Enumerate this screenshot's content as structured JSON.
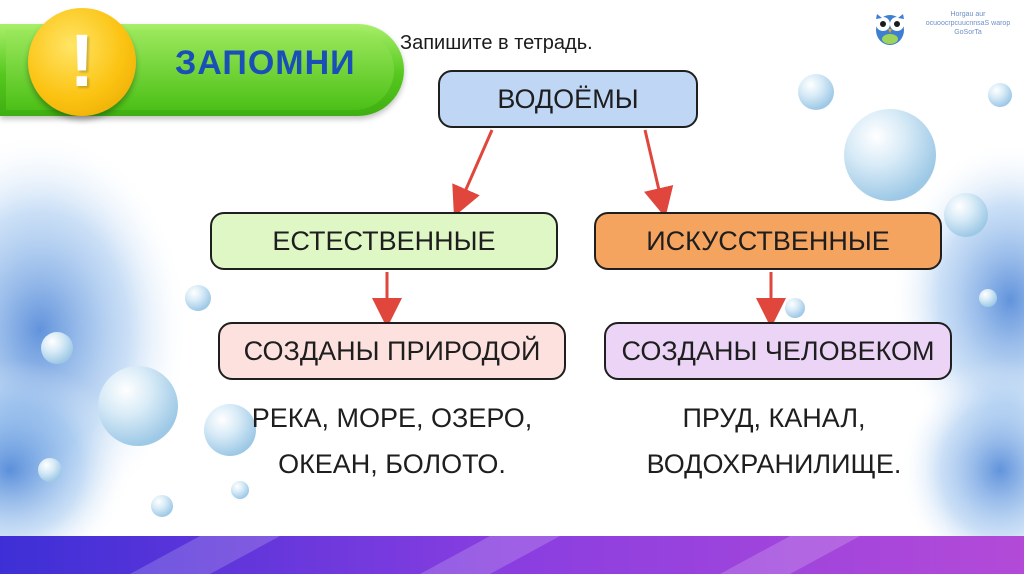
{
  "banner": {
    "title": "ЗАПОМНИ",
    "badge_symbol": "!"
  },
  "instruction": "Запишите в тетрадь.",
  "logo": {
    "text": "Horgau aur ocuoocrpcuucnnsaS warop GoSorTa",
    "icon": "owl-icon"
  },
  "diagram": {
    "root": "ВОДОЁМЫ",
    "natural": {
      "label": "ЕСТЕСТВЕННЫЕ",
      "description": "СОЗДАНЫ ПРИРОДОЙ",
      "examples": [
        "РЕКА, МОРЕ, ОЗЕРО,",
        "ОКЕАН, БОЛОТО."
      ]
    },
    "artificial": {
      "label": "ИСКУССТВЕННЫЕ",
      "description": "СОЗДАНЫ ЧЕЛОВЕКОМ",
      "examples": [
        "ПРУД, КАНАЛ,",
        "ВОДОХРАНИЛИЩЕ."
      ]
    }
  },
  "colors": {
    "root_fill": "#bfd7f4",
    "natural_fill": "#dff7c5",
    "artificial_fill": "#f5a460",
    "natural_desc_fill": "#fde1de",
    "artificial_desc_fill": "#ecd4f7",
    "arrow": "#e0463c",
    "banner_green": "#55c81e",
    "banner_text": "#1a4fb8"
  }
}
